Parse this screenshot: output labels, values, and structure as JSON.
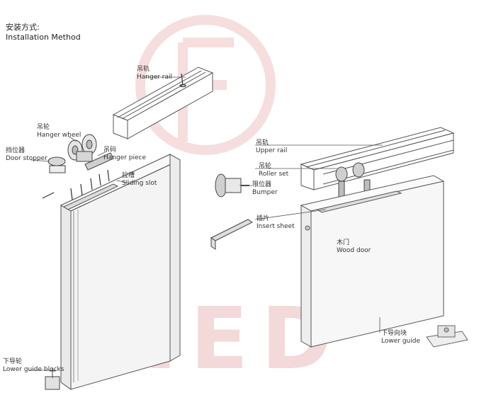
{
  "title": {
    "cn": "安装方式:",
    "en": "Installation Method"
  },
  "watermark": {
    "text": "NED",
    "color": "#f3d9d9"
  },
  "colors": {
    "line": "#555555",
    "accent": "#cc2a2a",
    "panel": "#f4f4f4"
  },
  "labels": {
    "hanger_rail": {
      "cn": "吊轨",
      "en": "Hanger rail"
    },
    "hanger_wheel": {
      "cn": "吊轮",
      "en": "Hanger wheel"
    },
    "door_stopper": {
      "cn": "挡位器",
      "en": "Door stopper"
    },
    "hanger_piece": {
      "cn": "吊码",
      "en": "Hanger piece"
    },
    "sliding_slot": {
      "cn": "拉槽",
      "en": "Sliding slot"
    },
    "lower_guide_blocks": {
      "cn": "下导轮",
      "en": "Lower guide blocks"
    },
    "upper_rail": {
      "cn": "吊轨",
      "en": "Upper rail"
    },
    "roller_set": {
      "cn": "吊轮",
      "en": "Roller set"
    },
    "bumper": {
      "cn": "限位器",
      "en": "Bumper"
    },
    "insert_sheet": {
      "cn": "插片",
      "en": "Insert sheet"
    },
    "wood_door": {
      "cn": "木门",
      "en": "Wood door"
    },
    "lower_guide": {
      "cn": "下导向块",
      "en": "Lower guide"
    }
  }
}
